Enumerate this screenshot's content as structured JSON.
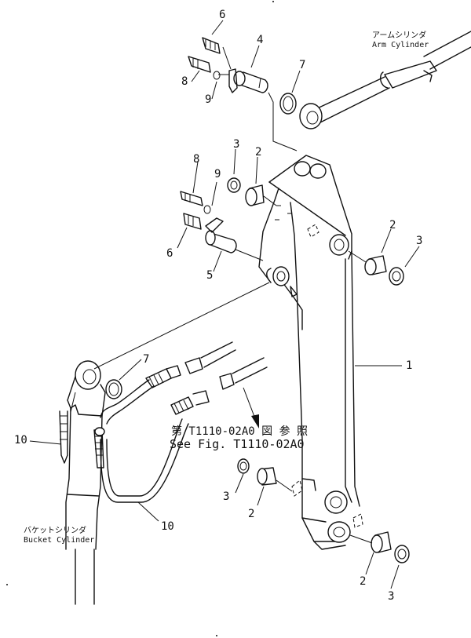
{
  "labels": {
    "arm_cylinder_jp": "アームシリンダ",
    "arm_cylinder_en": "Arm Cylinder",
    "bucket_cylinder_jp": "バケットシリンダ",
    "bucket_cylinder_en": "Bucket Cylinder",
    "ref_jp": "第 T1110-02A0 図 参 照",
    "ref_en": "See Fig. T1110-02A0"
  },
  "callouts": {
    "c1": "1",
    "c2a": "2",
    "c2b": "2",
    "c2c": "2",
    "c2d": "2",
    "c3a": "3",
    "c3b": "3",
    "c3c": "3",
    "c3d": "3",
    "c4": "4",
    "c5": "5",
    "c6a": "6",
    "c6b": "6",
    "c7a": "7",
    "c7b": "7",
    "c8a": "8",
    "c8b": "8",
    "c9a": "9",
    "c9b": "9",
    "c10a": "10",
    "c10b": "10"
  }
}
